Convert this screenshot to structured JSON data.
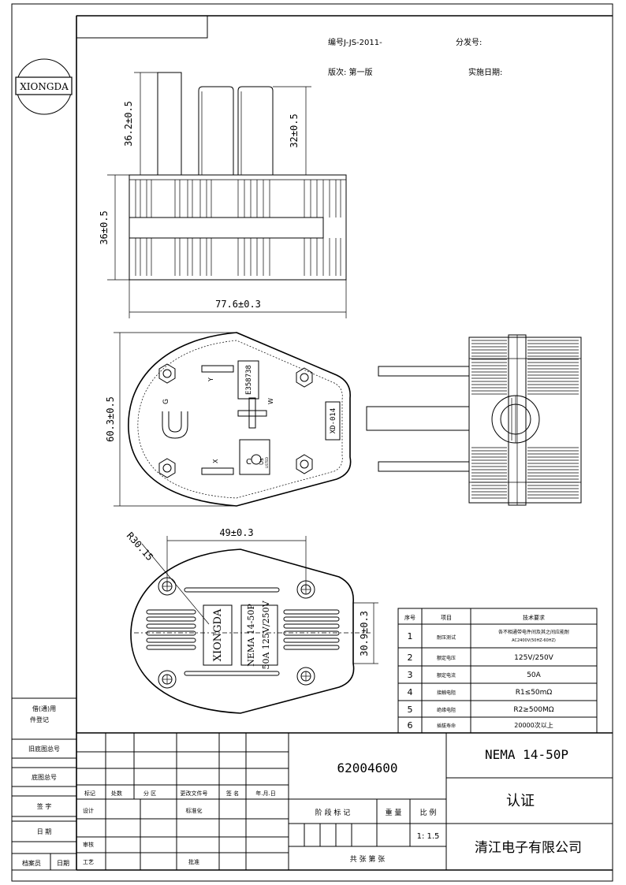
{
  "header": {
    "logo": "XIONGDA",
    "doc_no": "编号J-JS-2011-",
    "sub_no": "分发号:",
    "version": "版次: 第一版",
    "impl_date": "实施日期:"
  },
  "dimensions": {
    "pin_long": "36.2±0.5",
    "pin_short": "32±0.5",
    "body_height": "36±0.5",
    "body_width": "77.6±0.3",
    "face_height": "60.3±0.5",
    "screw_span": "49±0.3",
    "radius": "R30.15",
    "back_height": "30.9±0.3"
  },
  "face_marks": {
    "y": "Y",
    "g": "G",
    "w": "W",
    "x": "X",
    "cert_no": "E358738",
    "model_code": "XD-014",
    "cul": "C",
    "cul_us": "Us",
    "listed": "LISTED"
  },
  "back_marks": {
    "brand": "XIONGDA",
    "model": "NEMA 14-50P",
    "rating": "50A 125V/250V"
  },
  "spec_table": {
    "headers": [
      "序号",
      "项目",
      "技术要求"
    ],
    "rows": [
      {
        "no": "1",
        "item": "耐压测试",
        "req": "各不相通带电件间及其之间应能耐",
        "req2": "AC2400V(50HZ-60HZ)"
      },
      {
        "no": "2",
        "item": "额定电压",
        "req": "125V/250V",
        "req2": ""
      },
      {
        "no": "3",
        "item": "额定电流",
        "req": "50A",
        "req2": ""
      },
      {
        "no": "4",
        "item": "接触电阻",
        "req": "R1≤50mΩ",
        "req2": ""
      },
      {
        "no": "5",
        "item": "绝缘电阻",
        "req": "R2≥500MΩ",
        "req2": ""
      },
      {
        "no": "6",
        "item": "插拔寿命",
        "req": "20000次以上",
        "req2": ""
      }
    ]
  },
  "side_labels": {
    "used_on": "借(通)用",
    "used_on2": "件登记",
    "old_drawing": "旧底图总号",
    "base_no": "底图总号",
    "sign": "签 字",
    "date": "日 期",
    "archiver": "档案员",
    "date2": "日期"
  },
  "title_block": {
    "drawing_no": "62004600",
    "product": "NEMA 14-50P",
    "doc_type": "认证",
    "company": "清江电子有限公司",
    "col_mark": "标记",
    "col_count": "处数",
    "col_zone": "分 区",
    "col_change_doc": "更改文件号",
    "col_sign": "签 名",
    "col_date": "年.月.日",
    "design": "设计",
    "standardize": "标准化",
    "review": "审核",
    "process": "工艺",
    "approve": "批准",
    "stage_mark": "阶 段 标 记",
    "weight": "重 量",
    "scale_label": "比 例",
    "scale": "1: 1.5",
    "sheets": "共   张 第   张"
  }
}
